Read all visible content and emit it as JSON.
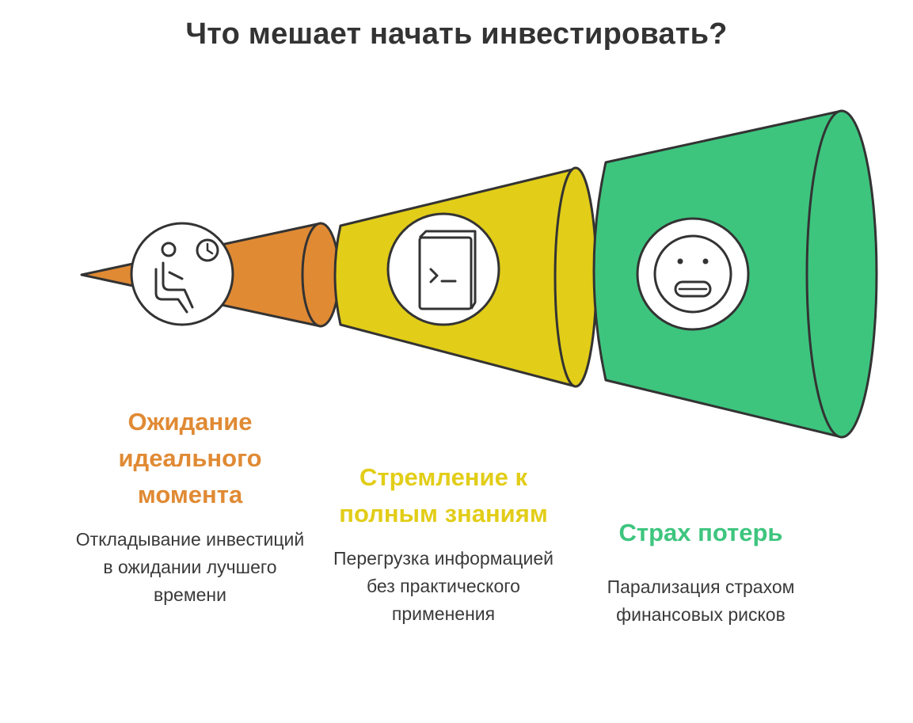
{
  "title": "Что мешает начать инвестировать?",
  "colors": {
    "orange": "#E08A34",
    "yellow": "#E2CD18",
    "green": "#3DC57E",
    "outline": "#333333"
  },
  "stages": [
    {
      "title": "Ожидание идеального момента",
      "description": "Откладывание инвестиций в ожидании лучшего времени",
      "color": "#E08A34",
      "icon": "waiting-person-clock-icon"
    },
    {
      "title": "Стремление к полным знаниям",
      "description": "Перегрузка информацией без практического применения",
      "color": "#E2CD18",
      "icon": "book-icon"
    },
    {
      "title": "Страх потерь",
      "description": "Парализация страхом финансовых рисков",
      "color": "#3DC57E",
      "icon": "scared-face-icon"
    }
  ]
}
